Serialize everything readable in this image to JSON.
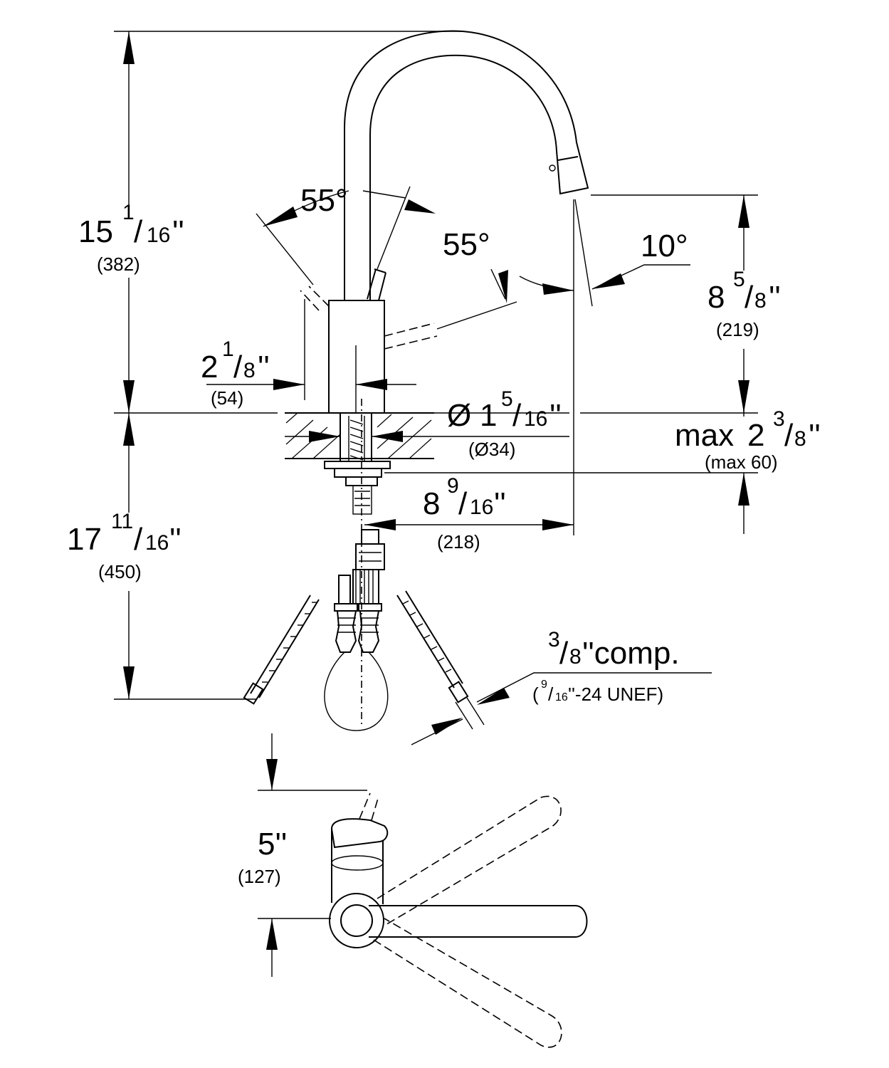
{
  "dimensions": {
    "total_height": {
      "whole": "15",
      "num": "1",
      "den": "16",
      "inch": "''",
      "mm": "(382)"
    },
    "spout_height": {
      "whole": "8",
      "num": "5",
      "den": "8",
      "inch": "''",
      "mm": "(219)"
    },
    "handle_offset": {
      "whole": "2",
      "num": "1",
      "den": "8",
      "inch": "''",
      "mm": "(54)"
    },
    "body_diameter": {
      "prefix": "Ø",
      "whole": "1",
      "num": "5",
      "den": "16",
      "inch": "''",
      "mm": "(Ø34)"
    },
    "max_thickness": {
      "prefix": "max",
      "whole": "2",
      "num": "3",
      "den": "8",
      "inch": "''",
      "mm": "(max 60)"
    },
    "spout_reach": {
      "whole": "8",
      "num": "9",
      "den": "16",
      "inch": "''",
      "mm": "(218)"
    },
    "below_deck": {
      "whole": "17",
      "num": "11",
      "den": "16",
      "inch": "''",
      "mm": "(450)"
    },
    "top_view_offset": {
      "value": "5''",
      "mm": "(127)"
    }
  },
  "angles": {
    "lever_left": "55°",
    "lever_right": "55°",
    "spray_tilt": "10°"
  },
  "connection": {
    "num": "3",
    "den": "8",
    "line1_rest": "''comp.",
    "paren_open": "(",
    "thread_num": "9",
    "thread_den": "16",
    "line2_rest": "''-24 UNEF)"
  }
}
